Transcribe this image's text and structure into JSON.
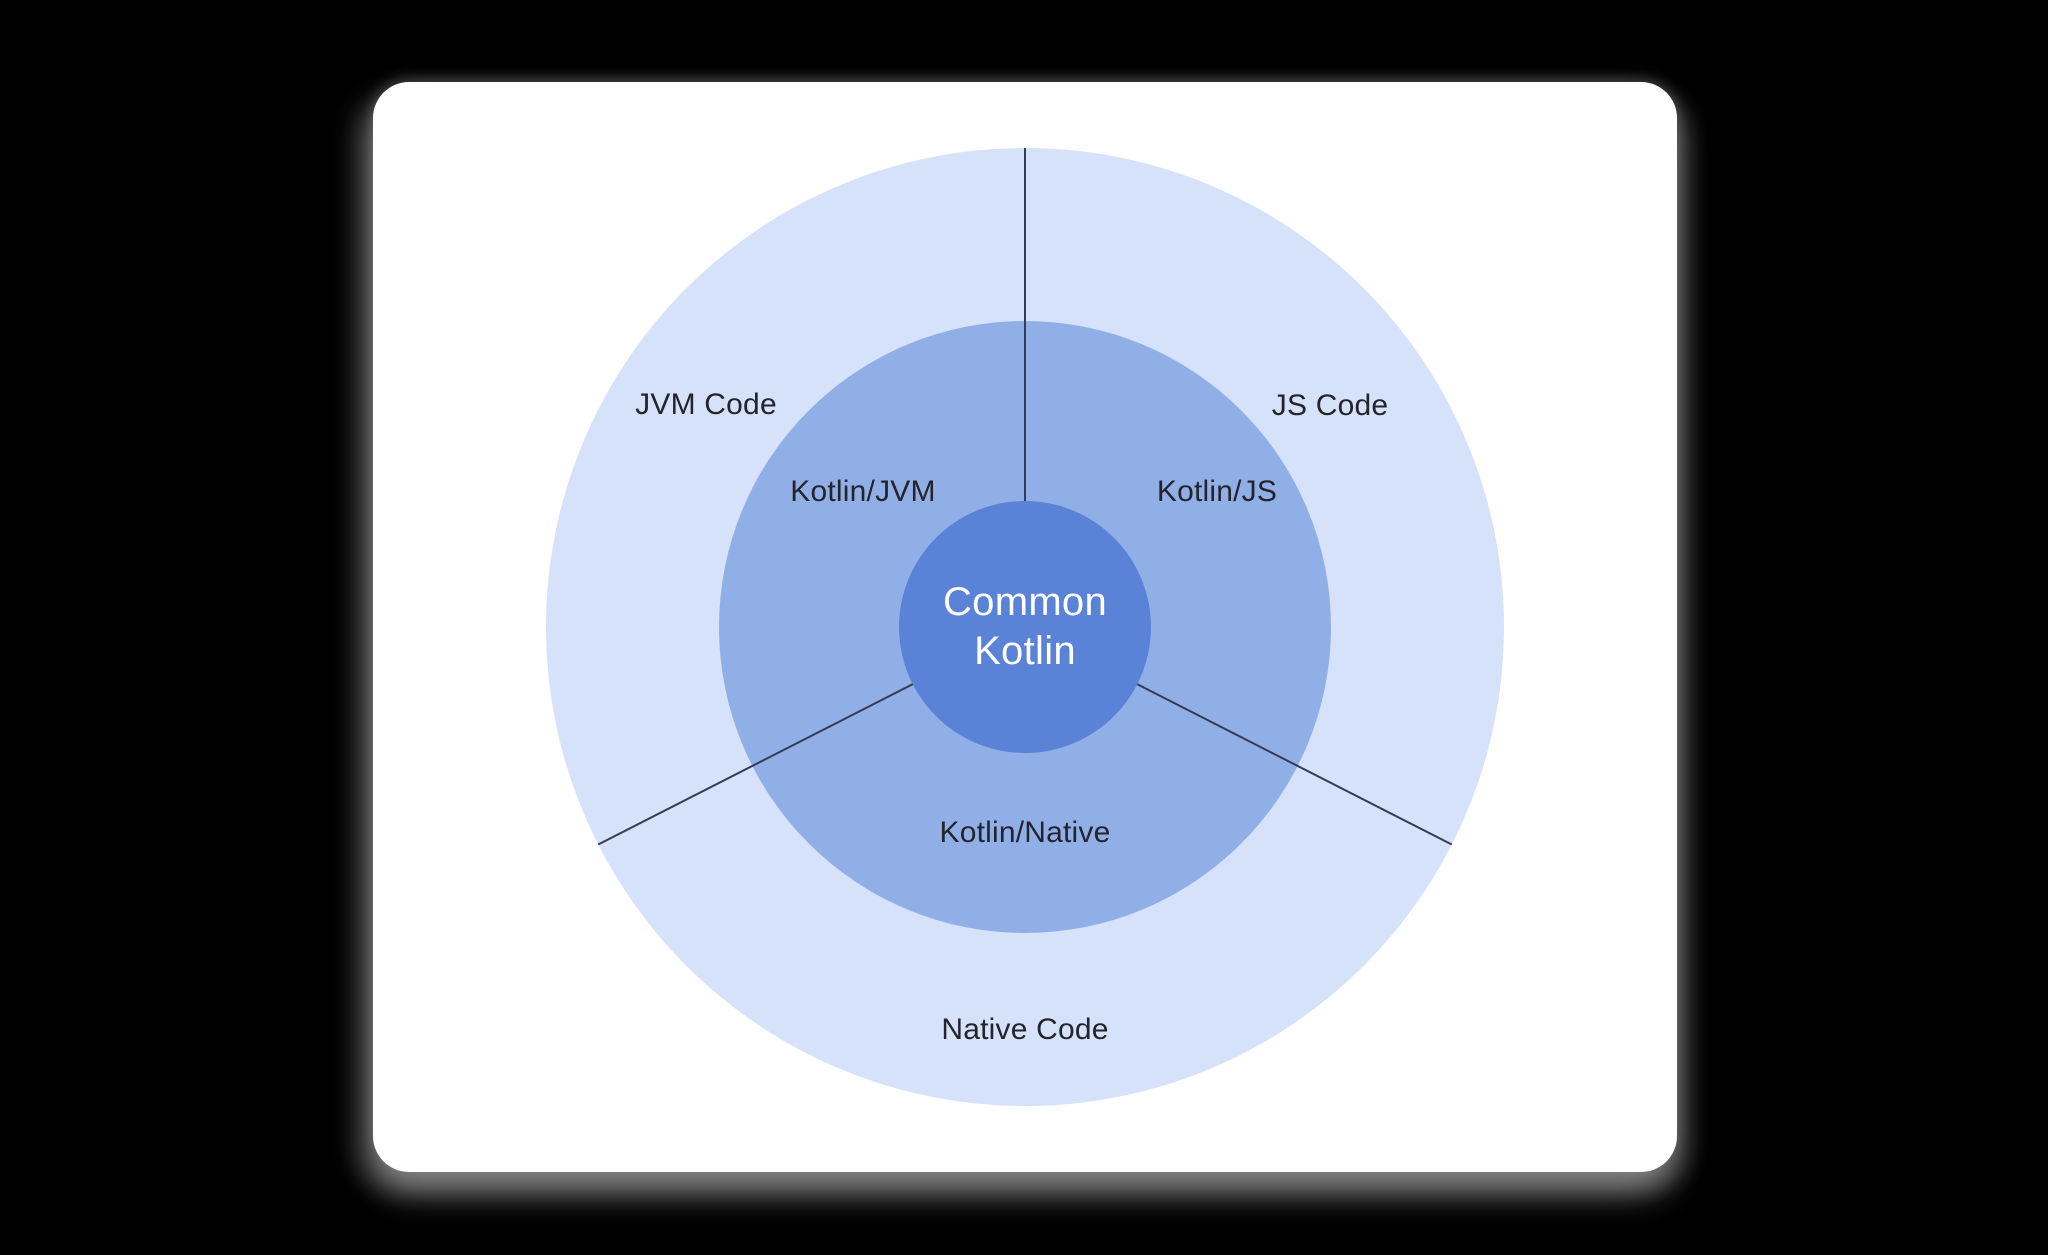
{
  "page": {
    "background_color": "#000000",
    "card_background_color": "#ffffff"
  },
  "diagram": {
    "center": {
      "lines": [
        "Common",
        "Kotlin"
      ],
      "fill": "#5a82d6",
      "text_color": "#ffffff"
    },
    "middle_ring": {
      "fill": "#91afe7",
      "labels": [
        "Kotlin/JVM",
        "Kotlin/JS",
        "Kotlin/Native"
      ]
    },
    "outer_ring": {
      "fill": "#d6e1fa",
      "labels": [
        "JVM Code",
        "JS Code",
        "Native Code"
      ]
    },
    "divider_color": "#333d52",
    "label_color": "#23242c"
  }
}
